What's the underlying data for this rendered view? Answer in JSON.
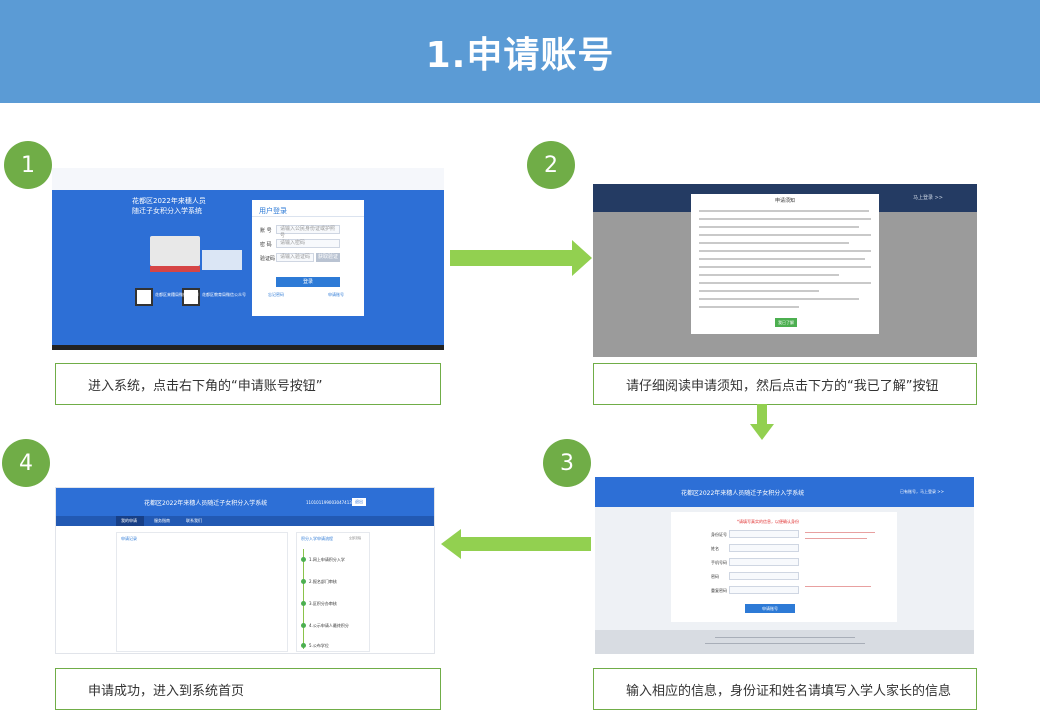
{
  "title": "1.申请账号",
  "steps": [
    {
      "number": "1",
      "caption": "进入系统，点击右下角的“申请账号按钮”"
    },
    {
      "number": "2",
      "caption": "请仔细阅读申请须知，然后点击下方的“我已了解”按钮"
    },
    {
      "number": "3",
      "caption": "输入相应的信息，身份证和姓名请填写入学人家长的信息"
    },
    {
      "number": "4",
      "caption": "申请成功，进入到系统首页"
    }
  ],
  "screen1": {
    "system_title_line1": "花都区2022年来穗人员",
    "system_title_line2": "随迁子女积分入学系统",
    "login_title": "用户登录",
    "label_account": "账 号",
    "label_password": "密 码",
    "label_code": "验证码",
    "placeholder_account": "请输入公民身份证或护照号",
    "placeholder_password": "请输入密码",
    "placeholder_code": "请输入验证码",
    "code_btn": "获取验证",
    "login_btn": "登录",
    "link_apply": "申请账号",
    "link_forgot": "忘记密码",
    "qr_label1": "花都区来穗局微信公众号",
    "qr_label2": "花都区教育局微信公众号"
  },
  "screen2": {
    "modal_title": "申请须知",
    "confirm_btn": "我已了解",
    "top_right": "马上登录 >>"
  },
  "screen3": {
    "system_title": "花都区2022年来穗人员随迁子女积分入学系统",
    "top_right": "已有账号，马上登录 >>",
    "notice": "*请填写真实的信息，以便确认身份",
    "label_id": "身份证号",
    "label_name": "姓名",
    "label_phone": "手机号码",
    "label_pwd": "密码",
    "label_pwd2": "重复密码",
    "submit_btn": "申请账号"
  },
  "screen4": {
    "system_title": "花都区2022年来穗人员随迁子女积分入学系统",
    "tab_home": "我的申请",
    "tab_info": "服务指南",
    "tab_contact": "联系我们",
    "user": "1101011990030474135",
    "logout": "退出",
    "panel_left_title": "申请记录",
    "panel_right_title": "积分入学申请流程",
    "panel_right_more": "全部流程",
    "timeline": [
      "1.网上申请积分入学",
      "2.报名部门审核",
      "3.区积分办审核",
      "4.公示申请人最终积分",
      "5.公布学位"
    ]
  },
  "colors": {
    "header": "#5b9bd5",
    "badge": "#70ad47",
    "arrow": "#92d050",
    "system_blue": "#2d7ad6"
  }
}
